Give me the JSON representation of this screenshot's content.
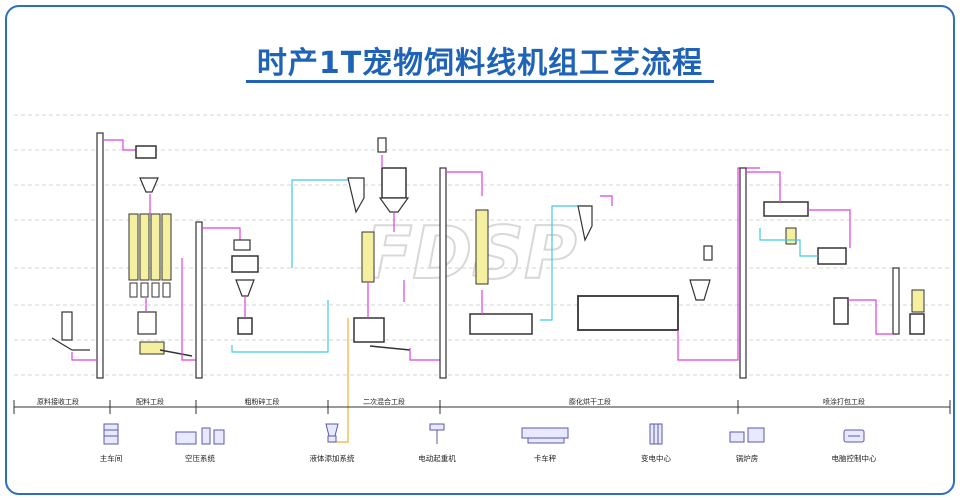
{
  "title": "时产1T宠物饲料线机组工艺流程",
  "watermark": "FDSP",
  "sections": [
    {
      "label": "原料接收工段"
    },
    {
      "label": "配料工段"
    },
    {
      "label": "粗粉碎工段"
    },
    {
      "label": "二次混合工段"
    },
    {
      "label": "膨化烘干工段"
    },
    {
      "label": "喷涂打包工段"
    }
  ],
  "facilities": [
    {
      "label": "主车间",
      "icon": "building-icon"
    },
    {
      "label": "空压系统",
      "icon": "compressor-icon"
    },
    {
      "label": "液体添加系统",
      "icon": "liquid-tank-icon"
    },
    {
      "label": "电动起重机",
      "icon": "crane-icon"
    },
    {
      "label": "卡车秤",
      "icon": "truck-scale-icon"
    },
    {
      "label": "变电中心",
      "icon": "substation-icon"
    },
    {
      "label": "锅炉房",
      "icon": "boiler-icon"
    },
    {
      "label": "电脑控制中心",
      "icon": "computer-icon"
    }
  ],
  "colors": {
    "border": "#2b6fc0",
    "title": "#1f63b8",
    "flow_pink": "#e040e0",
    "flow_cyan": "#40c8e8",
    "liquid_orange": "#f0b030",
    "equipment": "#333333",
    "bin_yellow": "#f4f0a0",
    "icon_blue": "#5a5ab0"
  }
}
